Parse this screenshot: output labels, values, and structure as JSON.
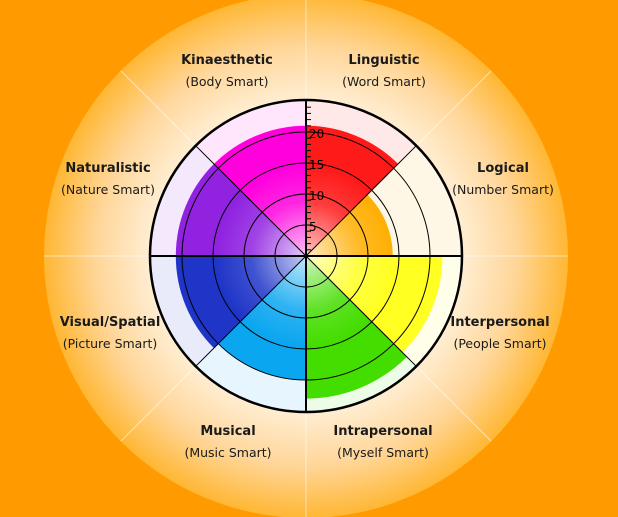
{
  "background_color": "#ff9a00",
  "chart_data": {
    "type": "polar-area",
    "title": "",
    "r_max": 25,
    "r_ticks": [
      5,
      10,
      15,
      20
    ],
    "r_tick_labels": [
      "5",
      "10",
      "15",
      "20"
    ],
    "grid": true,
    "categories": [
      {
        "name": "Linguistic",
        "subtitle": "(Word Smart)",
        "value": 21,
        "color": "#ff1a1a"
      },
      {
        "name": "Logical",
        "subtitle": "(Number Smart)",
        "value": 14,
        "color": "#ffae00"
      },
      {
        "name": "Interpersonal",
        "subtitle": "(People Smart)",
        "value": 22,
        "color": "#ffff22"
      },
      {
        "name": "Intrapersonal",
        "subtitle": "(Myself Smart)",
        "value": 23,
        "color": "#44dd00"
      },
      {
        "name": "Musical",
        "subtitle": "(Music Smart)",
        "value": 20,
        "color": "#0aa6f0"
      },
      {
        "name": "Visual/Spatial",
        "subtitle": "(Picture Smart)",
        "value": 21,
        "color": "#1f35c8"
      },
      {
        "name": "Naturalistic",
        "subtitle": "(Nature Smart)",
        "value": 21,
        "color": "#9022e0"
      },
      {
        "name": "Kinaesthetic",
        "subtitle": "(Body Smart)",
        "value": 21,
        "color": "#ff00dd"
      }
    ]
  }
}
